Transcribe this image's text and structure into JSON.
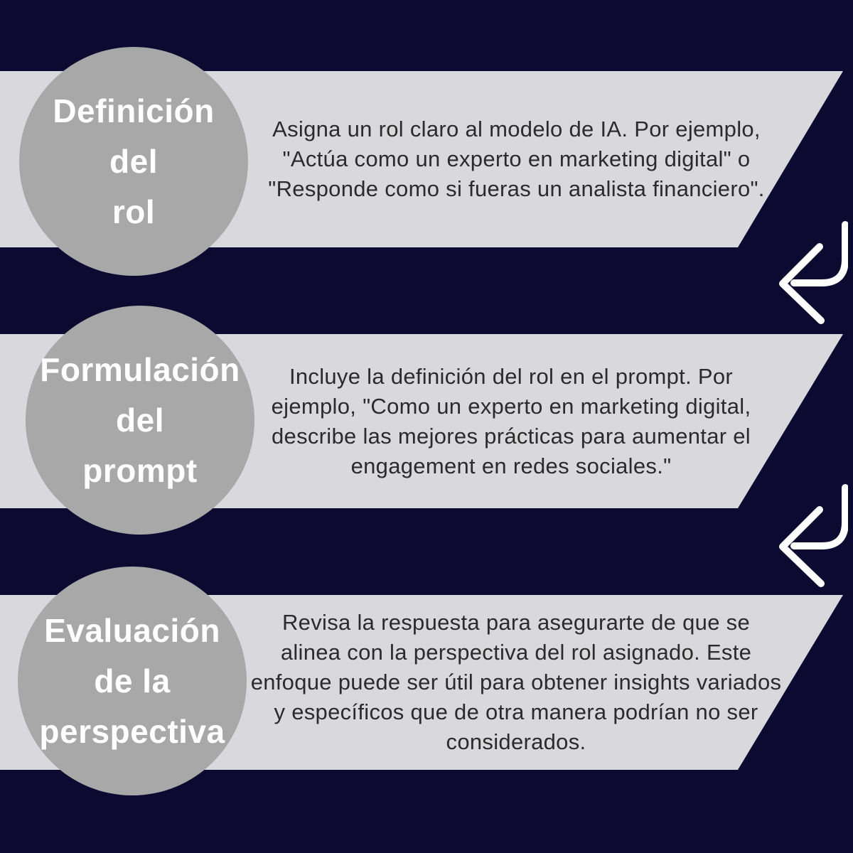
{
  "meta": {
    "kind": "infographic",
    "language": "es",
    "topic": "Role prompting steps for AI models"
  },
  "palette": {
    "background": "#0c0a31",
    "band": "#d9d8dd",
    "circle": "#a8a8a8",
    "title_text": "#ffffff",
    "body_text": "#2b2b2b",
    "arrow": "#ffffff"
  },
  "steps": [
    {
      "title_lines": [
        "Definición",
        "del",
        "rol"
      ],
      "description": "Asigna un rol claro al modelo de IA. Por ejemplo, \"Actúa como un experto en marketing digital\" o \"Responde como si fueras un analista financiero\"."
    },
    {
      "title_lines": [
        "Formulación",
        "del",
        "prompt"
      ],
      "description": "Incluye la definición del rol en el prompt. Por ejemplo, \"Como un experto en marketing digital, describe las mejores prácticas para aumentar el engagement en redes sociales.\""
    },
    {
      "title_lines": [
        "Evaluación",
        "de la",
        "perspectiva"
      ],
      "description": "Revisa la respuesta para asegurarte de que se alinea con la perspectiva del rol asignado. Este enfoque puede ser útil para obtener insights variados y específicos que de otra manera podrían no ser considerados."
    }
  ],
  "icons": [
    {
      "name": "curved-return-arrow",
      "position": "between-step-1-and-2"
    },
    {
      "name": "curved-return-arrow",
      "position": "between-step-2-and-3"
    }
  ]
}
